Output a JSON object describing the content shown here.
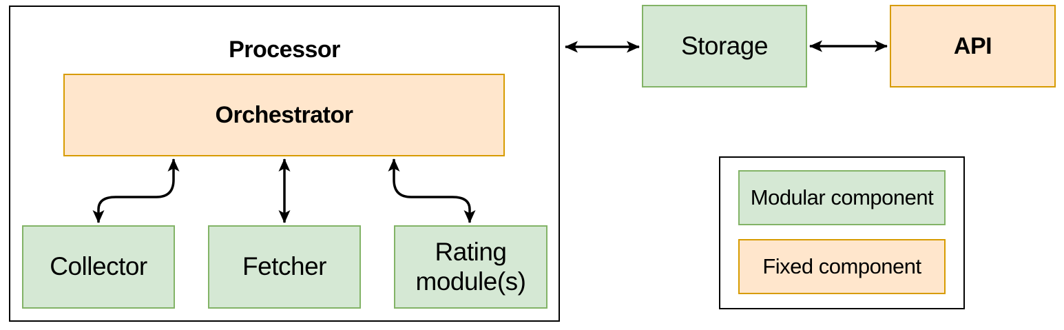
{
  "diagram": {
    "title": "",
    "nodes": {
      "processor": {
        "label": "Processor",
        "type": "container"
      },
      "orchestrator": {
        "label": "Orchestrator",
        "type": "fixed"
      },
      "collector": {
        "label": "Collector",
        "type": "modular"
      },
      "fetcher": {
        "label": "Fetcher",
        "type": "modular"
      },
      "rating": {
        "label": "Rating module(s)",
        "type": "modular"
      },
      "storage": {
        "label": "Storage",
        "type": "modular"
      },
      "api": {
        "label": "API",
        "type": "fixed"
      }
    },
    "edges": [
      {
        "from": "orchestrator",
        "to": "collector",
        "bidirectional": true,
        "shape": "s-curve"
      },
      {
        "from": "orchestrator",
        "to": "fetcher",
        "bidirectional": true,
        "shape": "straight"
      },
      {
        "from": "orchestrator",
        "to": "rating",
        "bidirectional": true,
        "shape": "s-curve"
      },
      {
        "from": "processor",
        "to": "storage",
        "bidirectional": true,
        "shape": "straight"
      },
      {
        "from": "storage",
        "to": "api",
        "bidirectional": true,
        "shape": "straight"
      }
    ],
    "legend": {
      "items": [
        {
          "label": "Modular component",
          "type": "modular"
        },
        {
          "label": "Fixed component",
          "type": "fixed"
        }
      ]
    },
    "colors": {
      "modular_fill": "#d5e8d4",
      "modular_stroke": "#82b366",
      "fixed_fill": "#ffe6cc",
      "fixed_stroke": "#d79b00",
      "container_stroke": "#000000",
      "arrow": "#000000",
      "background": "#ffffff"
    }
  }
}
